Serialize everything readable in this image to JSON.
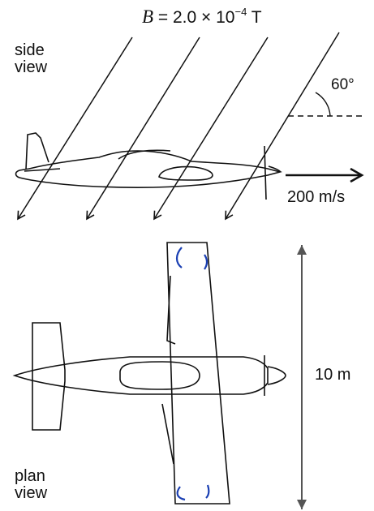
{
  "labels": {
    "field_symbol": "B",
    "field_equals": "= 2.0 × 10",
    "field_exponent": "−4",
    "field_unit": "T",
    "side_view_line1": "side",
    "side_view_line2": "view",
    "plan_view_line1": "plan",
    "plan_view_line2": "view",
    "angle": "60°",
    "speed": "200 m/s",
    "wingspan": "10 m"
  },
  "colors": {
    "ink": "#111111",
    "wingtip_accent": "#1a3fb3"
  }
}
